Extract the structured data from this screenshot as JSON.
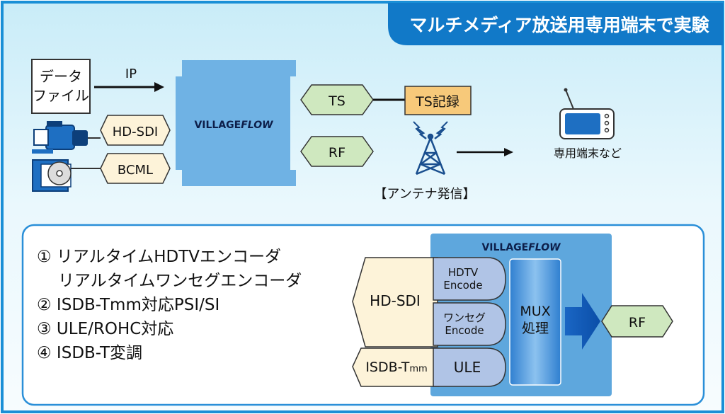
{
  "header": {
    "title": "マルチメディア放送用専用端末で実験"
  },
  "top_diagram": {
    "data_file": {
      "line1": "データ",
      "line2": "ファイル"
    },
    "ip_label": "IP",
    "hdsdi": "HD-SDI",
    "bcml": "BCML",
    "villageflow": {
      "village": "VILLAGE",
      "flow": "FLOW"
    },
    "ts": "TS",
    "ts_record": "TS記録",
    "rf": "RF",
    "antenna_caption": "【アンテナ発信】",
    "terminal_caption": "専用端末など",
    "icons": [
      "camera-icon",
      "disc-player-icon",
      "antenna-tower-icon",
      "tv-terminal-icon",
      "arrow-right-icon"
    ]
  },
  "features": {
    "items": [
      "① リアルタイムHDTVエンコーダ",
      "リアルタイムワンセグエンコーダ",
      "② ISDB-Tmm対応PSI/SI",
      "③ ULE/ROHC対応",
      "④ ISDB-T変調"
    ]
  },
  "detail_diagram": {
    "villageflow": {
      "village": "VILLAGE",
      "flow": "FLOW"
    },
    "hdsdi": "HD-SDI",
    "isdbt": {
      "main": "ISDB-T",
      "sub": "mm"
    },
    "hdtv_encode": {
      "line1": "HDTV",
      "line2": "Encode"
    },
    "oneseg_encode": {
      "line1": "ワンセグ",
      "line2": "Encode"
    },
    "ule": "ULE",
    "mux": {
      "line1": "MUX",
      "line2": "処理"
    },
    "rf": "RF"
  },
  "colors": {
    "background": "#dff3fb",
    "border": "#1a8fd6",
    "header": "#1179c8",
    "villageflow_box": "#6fb2e4",
    "cream": "#fdf3d9",
    "green_hex": "#cfe8bf",
    "ts_record": "#f7c97a",
    "encode_box": "#b0c4e6",
    "mux_column": "#4a8fd4",
    "detail_panel": "#5ea7dd"
  }
}
